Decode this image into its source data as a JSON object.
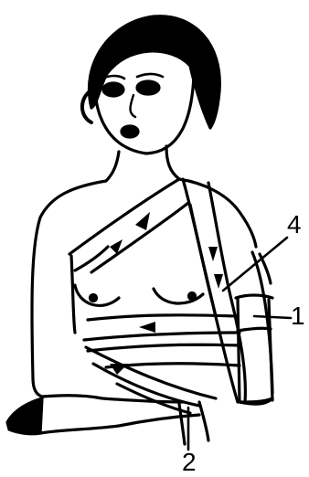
{
  "diagram": {
    "callouts": [
      {
        "id": "c4",
        "label": "4"
      },
      {
        "id": "c1",
        "label": "1"
      },
      {
        "id": "c2",
        "label": "2"
      }
    ],
    "colors": {
      "ink": "#000000",
      "paper": "#ffffff"
    }
  }
}
